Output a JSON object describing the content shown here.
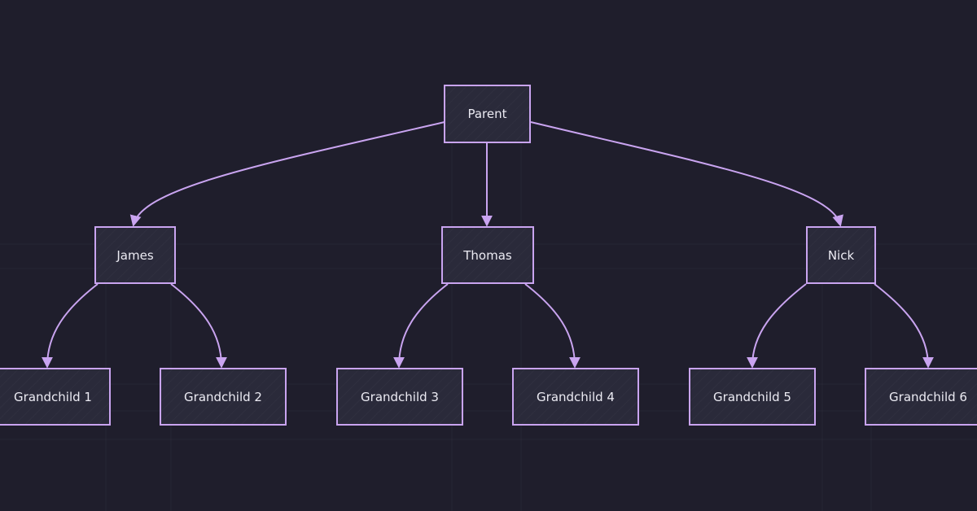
{
  "diagram": {
    "root": {
      "label": "Parent"
    },
    "children": [
      {
        "label": "James",
        "children": [
          {
            "label": "Grandchild 1"
          },
          {
            "label": "Grandchild 2"
          }
        ]
      },
      {
        "label": "Thomas",
        "children": [
          {
            "label": "Grandchild 3"
          },
          {
            "label": "Grandchild 4"
          }
        ]
      },
      {
        "label": "Nick",
        "children": [
          {
            "label": "Grandchild 5"
          },
          {
            "label": "Grandchild 6"
          }
        ]
      }
    ]
  },
  "colors": {
    "background": "#1f1e2c",
    "node_border": "#c9a4f0",
    "node_fill": "#2a2a3a",
    "edge": "#c9a4f0",
    "text": "#ecebf3"
  }
}
